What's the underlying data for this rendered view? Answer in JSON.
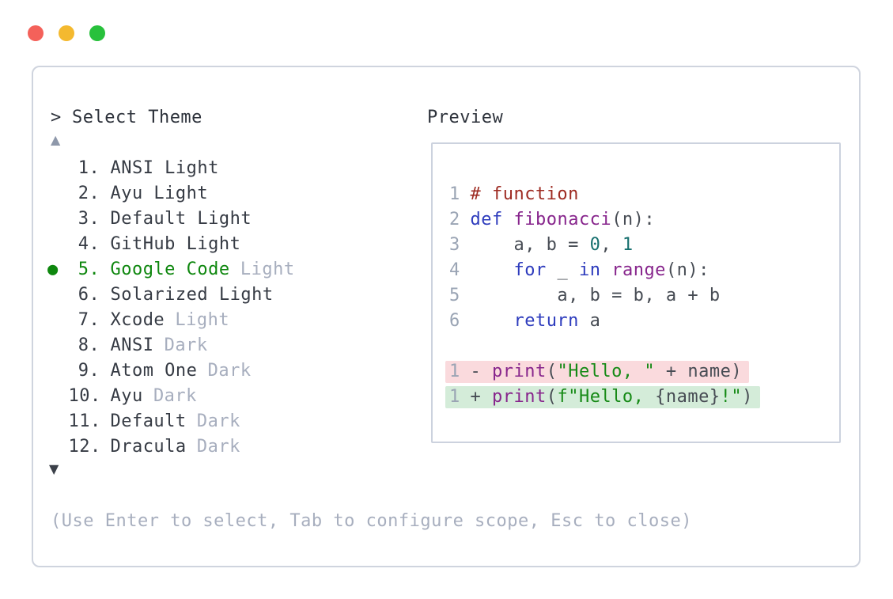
{
  "window": {
    "controls": [
      "close",
      "minimize",
      "maximize"
    ]
  },
  "colors": {
    "traffic_red": "#f4615a",
    "traffic_yellow": "#f4b92f",
    "traffic_green": "#28c13c",
    "selected_green": "#0e870e",
    "muted_gray": "#a7aebe",
    "line_number_gray": "#9aa4b4",
    "syntax_comment": "#9e2b22",
    "syntax_keyword": "#2e3cbd",
    "syntax_function": "#87258c",
    "syntax_literal": "#17706f",
    "syntax_string": "#168a16",
    "diff_removed_bg": "#fadadd",
    "diff_added_bg": "#d4ecd9",
    "panel_border": "#cfd4de"
  },
  "selector": {
    "prompt": ">",
    "title": "Select Theme",
    "scroll_up_icon": "▲",
    "scroll_down_icon": "▼",
    "items": [
      {
        "bullet": "",
        "number": "1.",
        "name": "ANSI Light",
        "suffix": ""
      },
      {
        "bullet": "",
        "number": "2.",
        "name": "Ayu Light",
        "suffix": ""
      },
      {
        "bullet": "",
        "number": "3.",
        "name": "Default Light",
        "suffix": ""
      },
      {
        "bullet": "",
        "number": "4.",
        "name": "GitHub Light",
        "suffix": ""
      },
      {
        "bullet": "●",
        "number": "5.",
        "name": "Google Code",
        "suffix": "Light",
        "selected": true
      },
      {
        "bullet": "",
        "number": "6.",
        "name": "Solarized Light",
        "suffix": ""
      },
      {
        "bullet": "",
        "number": "7.",
        "name": "Xcode",
        "suffix": "Light"
      },
      {
        "bullet": "",
        "number": "8.",
        "name": "ANSI",
        "suffix": "Dark"
      },
      {
        "bullet": "",
        "number": "9.",
        "name": "Atom One",
        "suffix": "Dark"
      },
      {
        "bullet": "",
        "number": "10.",
        "name": "Ayu",
        "suffix": "Dark"
      },
      {
        "bullet": "",
        "number": "11.",
        "name": "Default",
        "suffix": "Dark"
      },
      {
        "bullet": "",
        "number": "12.",
        "name": "Dracula",
        "suffix": "Dark"
      }
    ],
    "hint": "(Use Enter to select, Tab to configure scope, Esc to close)"
  },
  "preview": {
    "label": "Preview",
    "code": {
      "l1": {
        "num": "1",
        "comment": "# function"
      },
      "l2": {
        "num": "2",
        "kw": "def",
        "sp": " ",
        "fn": "fibonacci",
        "rest": "(n):"
      },
      "l3": {
        "num": "3",
        "pre": "    a, b = ",
        "lit1": "0",
        "mid": ", ",
        "lit2": "1"
      },
      "l4": {
        "num": "4",
        "ind": "    ",
        "kw1": "for",
        "mid": " _ ",
        "kw2": "in",
        "sp": " ",
        "fn": "range",
        "rest": "(n):"
      },
      "l5": {
        "num": "5",
        "code": "        a, b = b, a + b"
      },
      "l6": {
        "num": "6",
        "ind": "    ",
        "kw": "return",
        "rest": " a"
      },
      "removed": {
        "num": "1",
        "sign": "- ",
        "fn": "print",
        "open": "(",
        "str": "\"Hello, \"",
        "rest": " + name)"
      },
      "added": {
        "num": "1",
        "sign": "+ ",
        "fn": "print",
        "open": "(",
        "str1": "f\"Hello, ",
        "expr": "{name}",
        "str2": "!\"",
        "close": ")"
      }
    }
  }
}
